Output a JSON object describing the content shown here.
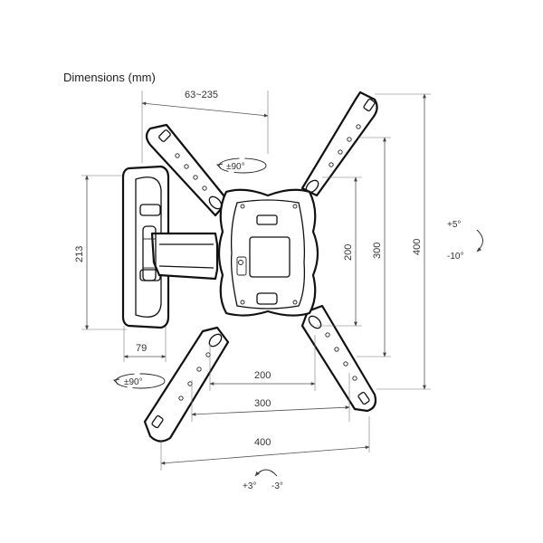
{
  "title": "Dimensions (mm)",
  "dimensions": {
    "arm_reach": "63~235",
    "wall_plate_height": "213",
    "wall_depth": "79",
    "vesa_h_200": "200",
    "vesa_h_300": "300",
    "vesa_h_400": "400",
    "vesa_v_200": "200",
    "vesa_v_300": "300",
    "vesa_v_400": "400"
  },
  "rotation": {
    "swivel_top": "±90°",
    "swivel_bottom": "±90°",
    "tilt_up": "+5°",
    "tilt_down": "-10°",
    "level_plus": "+3°",
    "level_minus": "-3°"
  }
}
